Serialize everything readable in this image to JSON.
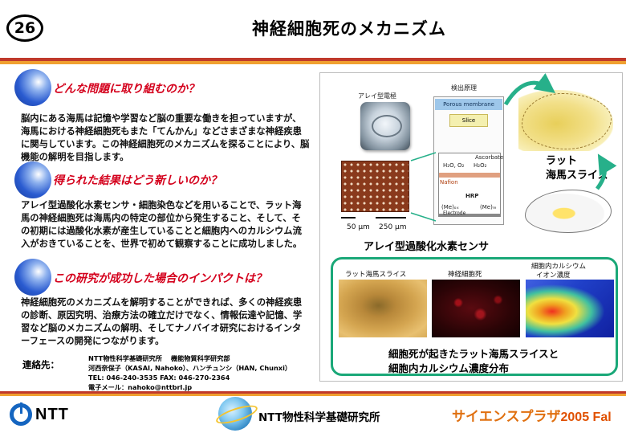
{
  "header": {
    "page_number": "26",
    "title": "神経細胞死のメカニズム"
  },
  "sections": [
    {
      "heading": "どんな問題に取り組むのか？",
      "body": "脳内にある海馬は記憶や学習など脳の重要な働きを担っていますが、海馬における神経細胞死もまた「てんかん」などさまざまな神経疾患に関与しています。この神経細胞死のメカニズムを探ることにより、脳機能の解明を目指します。"
    },
    {
      "heading": "得られた結果はどう新しいのか？",
      "body": "アレイ型過酸化水素センサ・細胞染色などを用いることで、ラット海馬の神経細胞死は海馬内の特定の部位から発生すること、そして、その初期には過酸化水素が産生していることと細胞内へのカルシウム流入がおきていることを、世界で初めて観察することに成功しました。"
    },
    {
      "heading": "この研究が成功した場合のインパクトは？",
      "body": "神経細胞死のメカニズムを解明することができれば、多くの神経疾患の診断、原因究明、治療方法の確立だけでなく、情報伝達や記憶、学習など脳のメカニズムの解明、そしてナノバイオ研究におけるインターフェースの開発につながります。"
    }
  ],
  "contact": {
    "label": "連絡先：",
    "lines": [
      "NTT物性科学基礎研究所　 機能物質科学研究部",
      "河西奈保子（KASAI, Nahoko）、ハンチュンシ（HAN, Chunxi）",
      "TEL: 046-240-3535 FAX: 046-270-2364",
      "電子メール：nahoko@nttbrl.jp"
    ]
  },
  "figure": {
    "array_electrode_label": "アレイ型電極",
    "principle_label": "検出原理",
    "porous_membrane": "Porous membrane",
    "slice": "Slice",
    "ascorbate": "Ascorbate",
    "h2o_o2": "H₂O, O₂",
    "h2o2": "H₂O₂",
    "nafion": "Nafion",
    "hrp": "HRP",
    "me_left": "(Me)ₒₓ",
    "me_right": "(Me)ᵣₑ",
    "electrode": "Electrode",
    "scale_50": "50 μm",
    "scale_250": "250 μm",
    "rat_label_line1": "ラット",
    "rat_label_line2": "海馬スライス",
    "sensor_label": "アレイ型過酸化水素センサ",
    "image_labels": [
      "ラット海馬スライス",
      "神経細胞死",
      "細胞内カルシウム",
      "イオン濃度"
    ],
    "images_caption_line1": "細胞死が起きたラット海馬スライスと",
    "images_caption_line2": "細胞内カルシウム濃度分布",
    "accent_color": "#1aa878"
  },
  "footer": {
    "company": "NTT",
    "lab_name": "NTT物性科学基礎研究所",
    "event_name": "サイエンスプラザ",
    "event_year": "2005 Fal"
  },
  "colors": {
    "heading_red": "#d4001c",
    "rule_red": "#c0392b",
    "rule_orange": "#f0a030",
    "logo_blue": "#1565c0",
    "event_orange": "#e07010"
  }
}
